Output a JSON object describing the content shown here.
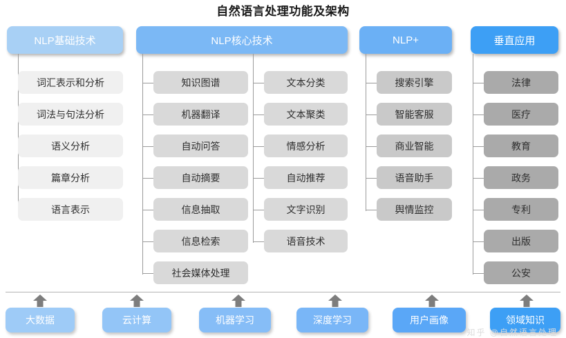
{
  "title": "自然语言处理功能及架构",
  "colors": {
    "header_light_blue": "#a8d0f5",
    "header_blue": "#7bb8f5",
    "header_blue_mid": "#6bb0f5",
    "header_blue_strong": "#3d9ff5",
    "node_gray_light": "#f0f0f0",
    "node_gray": "#d9d9d9",
    "node_gray_mid": "#c9c9c9",
    "node_gray_dark": "#aaaaaa",
    "connector": "#9a9a9a",
    "arrow": "#7d7d7d",
    "title_text": "#1a1a1a",
    "node_text": "#2e2e2e",
    "header_text": "#ffffff"
  },
  "columns": [
    {
      "id": "nlp-basic",
      "header": "NLP基础技术",
      "header_color": "#a8d0f5",
      "node_color": "#f0f0f0",
      "items": [
        "词汇表示和分析",
        "词法与句法分析",
        "语义分析",
        "篇章分析",
        "语言表示"
      ]
    },
    {
      "id": "nlp-core-left",
      "header": "NLP核心技术",
      "header_color": "#7bb8f5",
      "node_color": "#d9d9d9",
      "items": [
        "知识图谱",
        "机器翻译",
        "自动问答",
        "自动摘要",
        "信息抽取",
        "信息检索",
        "社会媒体处理"
      ]
    },
    {
      "id": "nlp-core-right",
      "header": "",
      "header_color": "#7bb8f5",
      "node_color": "#d9d9d9",
      "items": [
        "文本分类",
        "文本聚类",
        "情感分析",
        "自动推荐",
        "文字识别",
        "语音技术"
      ]
    },
    {
      "id": "nlp-plus",
      "header": "NLP+",
      "header_color": "#6bb0f5",
      "node_color": "#c9c9c9",
      "items": [
        "搜索引擎",
        "智能客服",
        "商业智能",
        "语音助手",
        "舆情监控"
      ]
    },
    {
      "id": "vertical-apps",
      "header": "垂直应用",
      "header_color": "#3d9ff5",
      "node_color": "#aaaaaa",
      "items": [
        "法律",
        "医疗",
        "教育",
        "政务",
        "专利",
        "出版",
        "公安"
      ]
    }
  ],
  "foundation": {
    "items": [
      {
        "label": "大数据",
        "color": "#9ecbf7"
      },
      {
        "label": "云计算",
        "color": "#93c5f7"
      },
      {
        "label": "机器学习",
        "color": "#86bdf7"
      },
      {
        "label": "深度学习",
        "color": "#79b6f7"
      },
      {
        "label": "用户画像",
        "color": "#5aa7f7"
      },
      {
        "label": "领域知识",
        "color": "#3d9ff5"
      }
    ]
  },
  "watermark": "知乎 @自然语言处理"
}
